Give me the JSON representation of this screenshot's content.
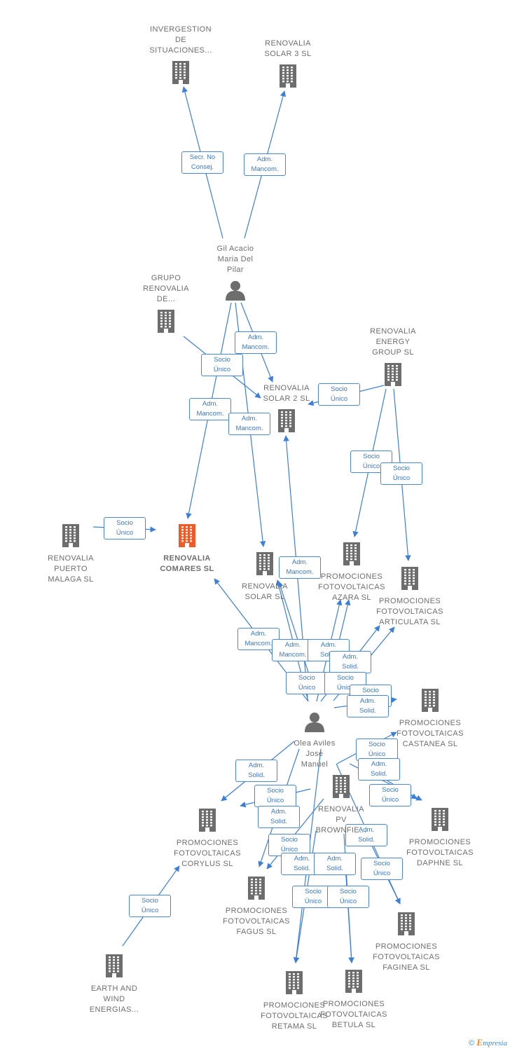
{
  "colors": {
    "edge": "#3b7fd8",
    "company_icon": "#6d6d6d",
    "focal_icon": "#f05a28",
    "person_icon": "#6d6d6d",
    "label_text": "#6e6e6e"
  },
  "nodes": [
    {
      "id": "invergestion",
      "type": "company",
      "label": "INVERGESTION\nDE\nSITUACIONES..."
    },
    {
      "id": "solar3",
      "type": "company",
      "label": "RENOVALIA\nSOLAR 3 SL"
    },
    {
      "id": "gil",
      "type": "person",
      "label": "Gil Acacio\nMaria Del\nPilar"
    },
    {
      "id": "grupo",
      "type": "company",
      "label": "GRUPO\nRENOVALIA\nDE..."
    },
    {
      "id": "energy",
      "type": "company",
      "label": "RENOVALIA\nENERGY\nGROUP  SL"
    },
    {
      "id": "solar2",
      "type": "company",
      "label": "RENOVALIA\nSOLAR 2 SL"
    },
    {
      "id": "puerto",
      "type": "company",
      "label": "RENOVALIA\nPUERTO\nMALAGA  SL"
    },
    {
      "id": "comares",
      "type": "focal",
      "label": "RENOVALIA\nCOMARES  SL"
    },
    {
      "id": "solar",
      "type": "company",
      "label": "RENOVALIA\nSOLAR SL"
    },
    {
      "id": "azara",
      "type": "company",
      "label": "PROMOCIONES\nFOTOVOLTAICAS\nAZARA SL"
    },
    {
      "id": "articulata",
      "type": "company",
      "label": "PROMOCIONES\nFOTOVOLTAICAS\nARTICULATA SL"
    },
    {
      "id": "castanea",
      "type": "company",
      "label": "PROMOCIONES\nFOTOVOLTAICAS\nCASTANEA SL"
    },
    {
      "id": "olea",
      "type": "person",
      "label": "Olea Aviles\nJose\nManuel"
    },
    {
      "id": "pvbrown",
      "type": "company",
      "label": "RENOVALIA\nPV\nBROWNFIE..."
    },
    {
      "id": "corylus",
      "type": "company",
      "label": "PROMOCIONES\nFOTOVOLTAICAS\nCORYLUS SL"
    },
    {
      "id": "daphne",
      "type": "company",
      "label": "PROMOCIONES\nFOTOVOLTAICAS\nDAPHNE SL"
    },
    {
      "id": "fagus",
      "type": "company",
      "label": "PROMOCIONES\nFOTOVOLTAICAS\nFAGUS SL"
    },
    {
      "id": "faginea",
      "type": "company",
      "label": "PROMOCIONES\nFOTOVOLTAICAS\nFAGINEA SL"
    },
    {
      "id": "earth",
      "type": "company",
      "label": "EARTH AND\nWIND\nENERGIAS..."
    },
    {
      "id": "retama",
      "type": "company",
      "label": "PROMOCIONES\nFOTOVOLTAICAS\nRETAMA SL"
    },
    {
      "id": "betula",
      "type": "company",
      "label": "PROMOCIONES\nFOTOVOLTAICAS\nBETULA SL"
    }
  ],
  "edges": [
    {
      "from": "gil",
      "to": "invergestion",
      "label": "Secr.  No\nConsej."
    },
    {
      "from": "gil",
      "to": "solar3",
      "label": "Adm.\nMancom."
    },
    {
      "from": "gil",
      "to": "solar2",
      "label": "Adm.\nMancom."
    },
    {
      "from": "grupo",
      "to": "solar2",
      "label": "Socio\nÚnico"
    },
    {
      "from": "gil",
      "to": "comares",
      "label": "Adm.\nMancom."
    },
    {
      "from": "gil",
      "to": "solar",
      "label": "Adm.\nMancom."
    },
    {
      "from": "energy",
      "to": "solar2",
      "label": "Socio\nÚnico"
    },
    {
      "from": "energy",
      "to": "azara",
      "label": "Socio\nÚnico"
    },
    {
      "from": "energy",
      "to": "articulata",
      "label": "Socio\nÚnico"
    },
    {
      "from": "puerto",
      "to": "comares",
      "label": "Socio\nÚnico"
    },
    {
      "from": "olea",
      "to": "solar2",
      "label": "Adm.\nMancom."
    },
    {
      "from": "olea",
      "to": "comares",
      "label": "Adm.\nMancom."
    },
    {
      "from": "olea",
      "to": "solar",
      "label": "Adm.\nMancom."
    },
    {
      "from": "olea",
      "to": "azara",
      "label": "Adm.\nSolid."
    },
    {
      "from": "olea",
      "to": "articulata",
      "label": "Adm.\nSolid."
    },
    {
      "from": "pvbrown",
      "to": "solar",
      "label": "Socio\nÚnico"
    },
    {
      "from": "pvbrown",
      "to": "azara",
      "label": "Socio\nÚnico"
    },
    {
      "from": "pvbrown",
      "to": "articulata",
      "label": "Socio\nÚnico"
    },
    {
      "from": "olea",
      "to": "castanea",
      "label": "Adm.\nSolid."
    },
    {
      "from": "pvbrown",
      "to": "castanea",
      "label": "Socio\nÚnico"
    },
    {
      "from": "olea",
      "to": "daphne",
      "label": "Adm.\nSolid."
    },
    {
      "from": "pvbrown",
      "to": "daphne",
      "label": "Socio\nÚnico"
    },
    {
      "from": "olea",
      "to": "corylus",
      "label": "Adm.\nSolid."
    },
    {
      "from": "pvbrown",
      "to": "corylus",
      "label": "Socio\nÚnico"
    },
    {
      "from": "olea",
      "to": "fagus",
      "label": "Adm.\nSolid."
    },
    {
      "from": "pvbrown",
      "to": "fagus",
      "label": "Socio\nÚnico"
    },
    {
      "from": "olea",
      "to": "faginea",
      "label": "Adm.\nSolid."
    },
    {
      "from": "pvbrown",
      "to": "faginea",
      "label": "Socio\nÚnico"
    },
    {
      "from": "olea",
      "to": "retama",
      "label": "Adm.\nSolid."
    },
    {
      "from": "pvbrown",
      "to": "retama",
      "label": "Socio\nÚnico"
    },
    {
      "from": "olea",
      "to": "betula",
      "label": "Adm.\nSolid."
    },
    {
      "from": "pvbrown",
      "to": "betula",
      "label": "Socio\nÚnico"
    },
    {
      "from": "earth",
      "to": "corylus",
      "label": "Socio\nÚnico"
    }
  ],
  "brand": {
    "copyright": "©",
    "initial": "E",
    "rest": "mpresia"
  }
}
